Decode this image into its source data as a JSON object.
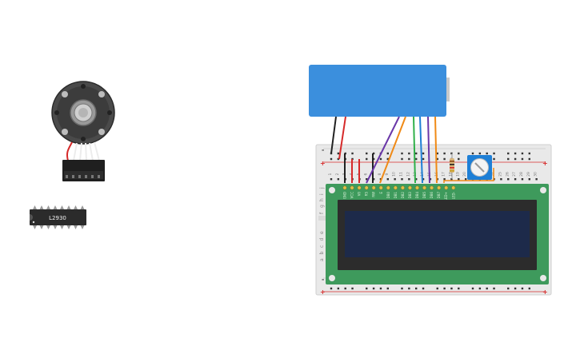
{
  "chip": {
    "label": "L2930"
  },
  "breadboard": {
    "row_letters_top": [
      "j",
      "i",
      "h",
      "g",
      "f"
    ],
    "row_letters_bottom": [
      "e",
      "d",
      "c",
      "b",
      "a"
    ],
    "column_numbers": [
      "1",
      "2",
      "3",
      "4",
      "5",
      "6",
      "7",
      "8",
      "9",
      "10",
      "11",
      "12",
      "13",
      "14",
      "15",
      "16",
      "17",
      "18",
      "19",
      "20",
      "21",
      "22",
      "23",
      "24",
      "25",
      "26",
      "27",
      "28",
      "29",
      "30"
    ],
    "rail_plus": "+",
    "rail_minus": "-"
  },
  "lcd": {
    "pin_labels": [
      "GND",
      "VCC",
      "V0",
      "RS",
      "RW",
      "E",
      "DB0",
      "DB1",
      "DB2",
      "DB3",
      "DB4",
      "DB5",
      "DB6",
      "DB7",
      "LED+",
      "LED-"
    ]
  },
  "colors": {
    "battery": "#3b8fdd",
    "lcd_board": "#3e9a5c",
    "lcd_screen": "#1d2a4a",
    "breadboard": "#e9e9e9",
    "wire_red": "#d62a2a",
    "wire_black": "#222222",
    "wire_purple": "#6a37a8",
    "wire_orange": "#f08a16",
    "wire_green": "#2fb04a",
    "wire_blue": "#1e7fd6"
  }
}
